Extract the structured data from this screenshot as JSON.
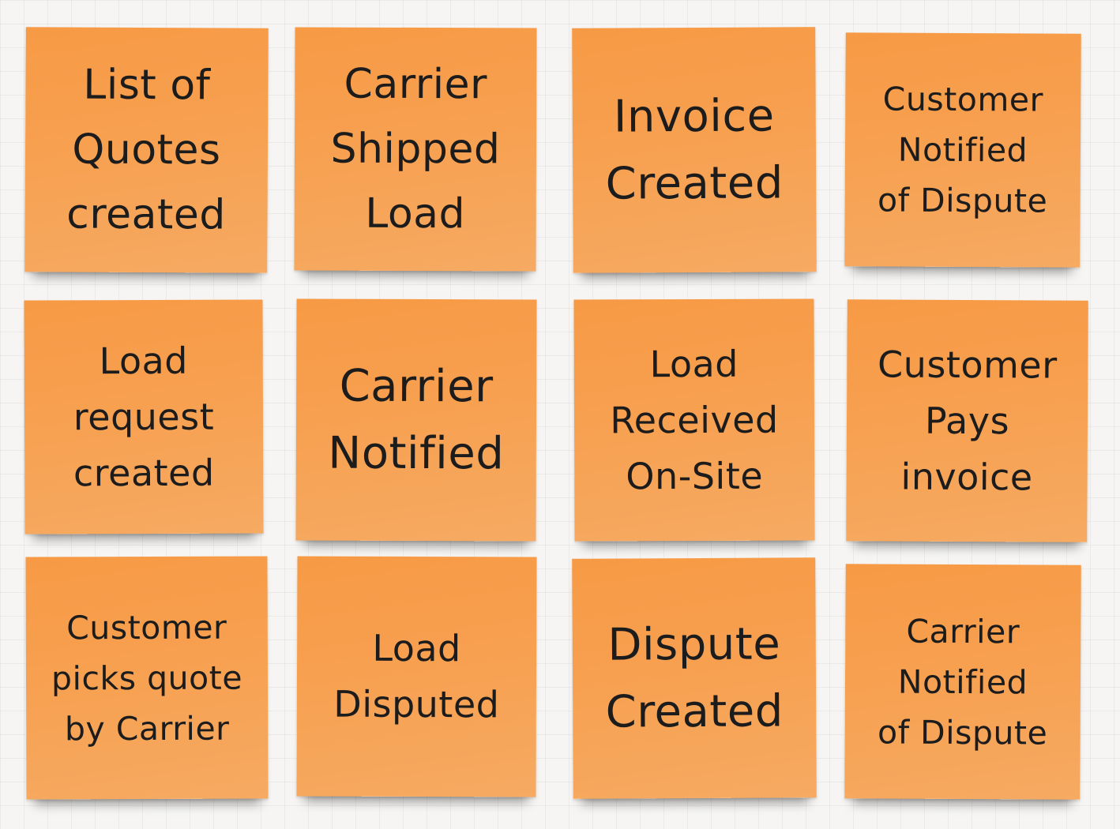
{
  "board": {
    "background_color": "#f6f5f3",
    "note_color": "#f79a45",
    "text_color": "#1c1c1c"
  },
  "notes": [
    {
      "text": "List of\nQuotes\ncreated"
    },
    {
      "text": "Carrier\nShipped\nLoad"
    },
    {
      "text": "Invoice\nCreated"
    },
    {
      "text": "Customer\nNotified\nof Dispute"
    },
    {
      "text": "Load\nrequest\ncreated"
    },
    {
      "text": "Carrier\nNotified"
    },
    {
      "text": "Load\nReceived\nOn-Site"
    },
    {
      "text": "Customer\nPays\ninvoice"
    },
    {
      "text": "Customer\npicks quote\nby Carrier"
    },
    {
      "text": "Load\nDisputed"
    },
    {
      "text": "Dispute\nCreated"
    },
    {
      "text": "Carrier\nNotified\nof Dispute"
    }
  ]
}
